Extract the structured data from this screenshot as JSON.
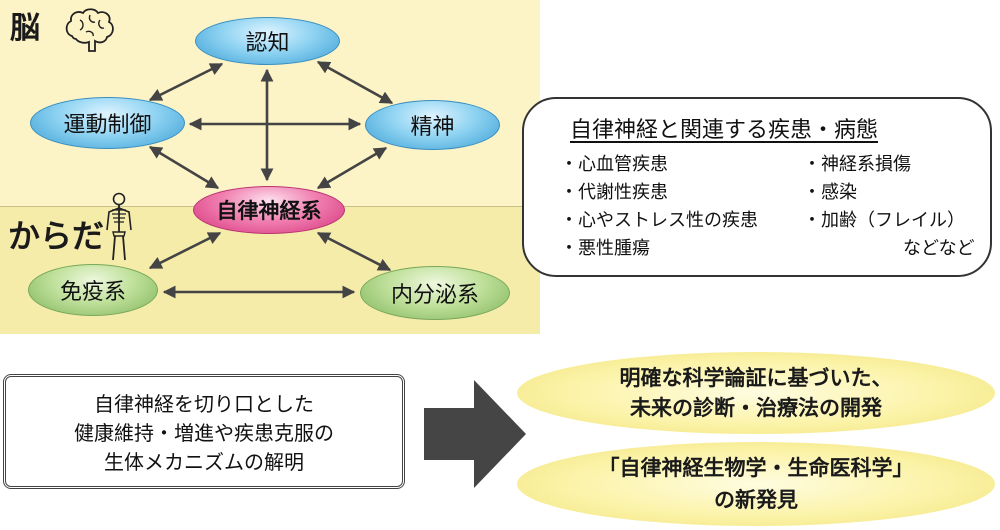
{
  "sections": {
    "brain": "脳",
    "body": "からだ"
  },
  "nodes": {
    "cognition": "認知",
    "motor": "運動制御",
    "spirit": "精神",
    "ans": "自律神経系",
    "immune": "免疫系",
    "endocrine": "内分泌系"
  },
  "icons": {
    "brain": "brain-icon",
    "body": "skeleton-icon",
    "arrow": "right-arrow-icon"
  },
  "diseases": {
    "title": "自律神経と関連する疾患・病態",
    "left": [
      "・心血管疾患",
      "・代謝性疾患",
      "・心やストレス性の疾患",
      "・悪性腫瘍"
    ],
    "right": [
      "・神経系損傷",
      "・感染",
      "・加齢（フレイル）"
    ],
    "etc": "などなど"
  },
  "goal": {
    "lines": [
      "自律神経を切り口とした",
      "健康維持・増進や疾患克服の",
      "生体メカニズムの解明"
    ]
  },
  "outcomes": {
    "first": [
      "明確な科学論証に基づいた、",
      "未来の診断・治療法の開発"
    ],
    "second": [
      "「自律神経生物学・生命医科学」",
      "の新発見"
    ]
  },
  "colors": {
    "brain_band": "#fcf3c6",
    "body_band": "#f5ecaa",
    "blue_node": "#8fd3f2",
    "green_node": "#bfe09a",
    "pink_node": "#f07fb0",
    "outcome": "#fbf3a8",
    "arrow": "#444444"
  }
}
